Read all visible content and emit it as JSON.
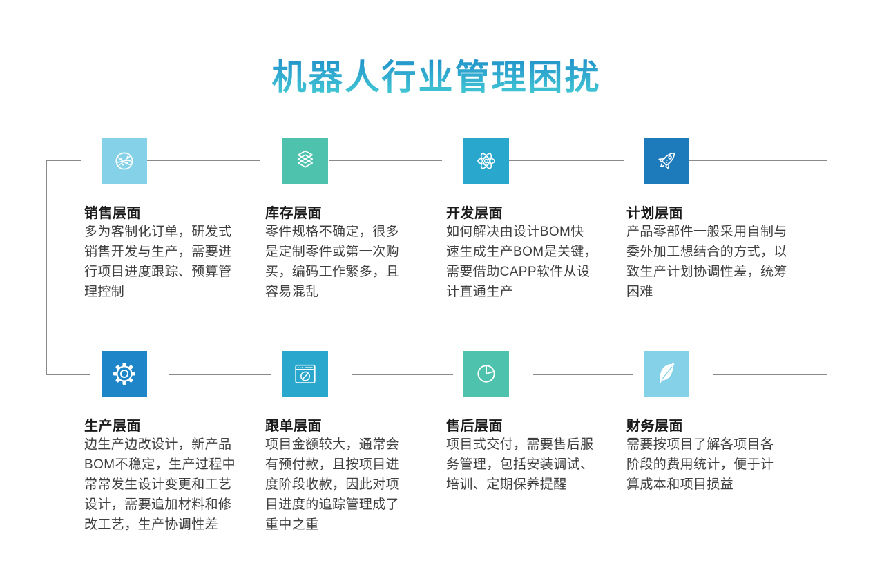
{
  "title": {
    "text": "机器人行业管理困扰",
    "gradient_top": "#1b86c9",
    "gradient_bottom": "#43c8d4"
  },
  "colors": {
    "connector": "#8a8a8a",
    "background": "#ffffff"
  },
  "sections": [
    {
      "id": "sales",
      "icon": "network-globe-icon",
      "icon_bg": "#85d1e8",
      "heading": "销售层面",
      "lines": [
        "多为客制化订单，研发式",
        "销售开发与生产，需要进",
        "行项目进度跟踪、预算管",
        "理控制"
      ]
    },
    {
      "id": "inventory",
      "icon": "layers-icon",
      "icon_bg": "#4fc2ae",
      "heading": "库存层面",
      "lines": [
        "零件规格不确定，很多",
        "是定制零件或第一次购",
        "买，编码工作繁多，且",
        "容易混乱"
      ]
    },
    {
      "id": "development",
      "icon": "atom-icon",
      "icon_bg": "#2aa7cd",
      "heading": "开发层面",
      "lines": [
        "如何解决由设计BOM快",
        "速生成生产BOM是关键，",
        "需要借助CAPP软件从设",
        "计直通生产"
      ]
    },
    {
      "id": "planning",
      "icon": "rocket-icon",
      "icon_bg": "#1d7abb",
      "heading": "计划层面",
      "lines": [
        "产品零部件一般采用自制与",
        "委外加工想结合的方式，以",
        "致生产计划协调性差，统筹",
        "困难"
      ]
    },
    {
      "id": "production",
      "icon": "gear-icon",
      "icon_bg": "#1e86c8",
      "heading": "生产层面",
      "lines": [
        "边生产边改设计，新产品",
        "BOM不稳定，生产过程中",
        "常常发生设计变更和工艺",
        "设计，需要追加材料和修",
        "改工艺，生产协调性差"
      ]
    },
    {
      "id": "order-tracking",
      "icon": "browser-compass-icon",
      "icon_bg": "#2aa7cd",
      "heading": "跟单层面",
      "lines": [
        "项目金额较大，通常会",
        "有预付款，且按项目进",
        "度阶段收款，因此对项",
        "目进度的追踪管理成了",
        "重中之重"
      ]
    },
    {
      "id": "after-sales",
      "icon": "pie-chart-icon",
      "icon_bg": "#4fc2ae",
      "heading": "售后层面",
      "lines": [
        "项目式交付，需要售后服",
        "务管理，包括安装调试、",
        "培训、定期保养提醒"
      ]
    },
    {
      "id": "finance",
      "icon": "feather-icon",
      "icon_bg": "#85d1e8",
      "heading": "财务层面",
      "lines": [
        "需要按项目了解各项目各",
        "阶段的费用统计，便于计",
        "算成本和项目损益"
      ]
    }
  ]
}
